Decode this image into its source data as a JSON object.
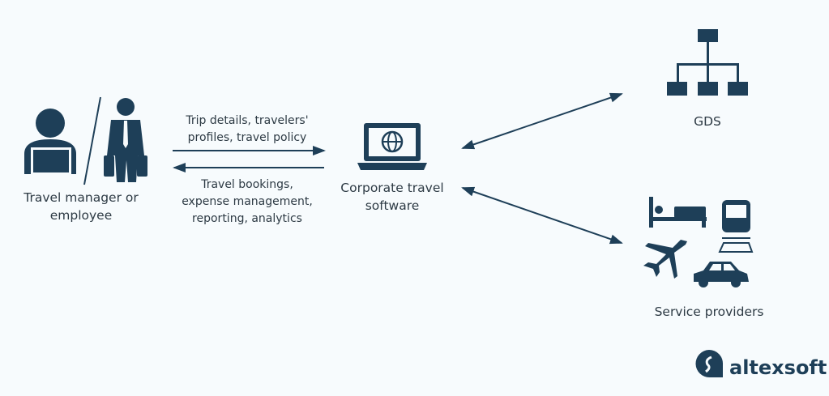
{
  "nodes": {
    "user": {
      "line1": "Travel manager or",
      "line2": "employee"
    },
    "software": {
      "line1": "Corporate travel",
      "line2": "software"
    },
    "gds": {
      "label": "GDS"
    },
    "providers": {
      "label": "Service providers"
    }
  },
  "edges": {
    "to_software": {
      "line1": "Trip details, travelers'",
      "line2": "profiles, travel policy"
    },
    "to_user": {
      "line1": "Travel bookings,",
      "line2": "expense management,",
      "line3": "reporting, analytics"
    }
  },
  "brand": {
    "name": "altexsoft"
  },
  "colors": {
    "icon": "#1e3f58",
    "background": "#f7fbfd"
  }
}
